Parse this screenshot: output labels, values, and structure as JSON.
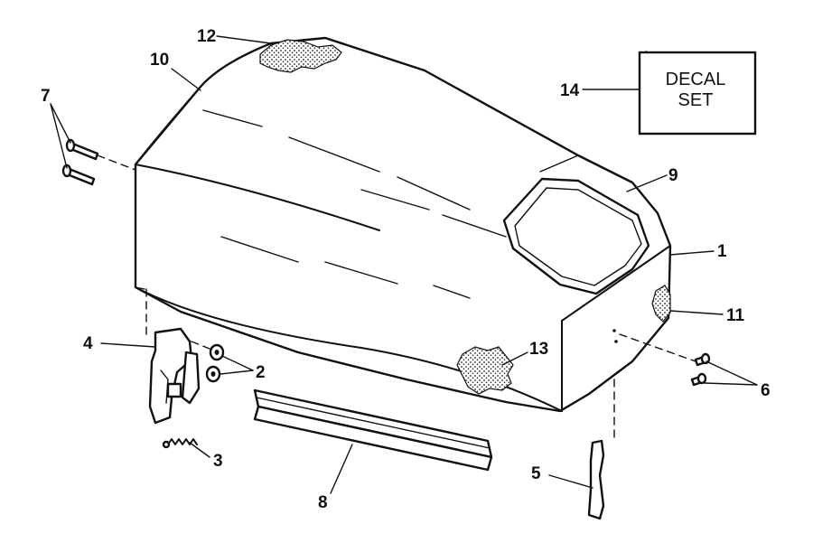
{
  "callouts": [
    {
      "id": "1",
      "text": "1"
    },
    {
      "id": "2",
      "text": "2"
    },
    {
      "id": "3",
      "text": "3"
    },
    {
      "id": "4",
      "text": "4"
    },
    {
      "id": "5",
      "text": "5"
    },
    {
      "id": "6",
      "text": "6"
    },
    {
      "id": "7",
      "text": "7"
    },
    {
      "id": "8",
      "text": "8"
    },
    {
      "id": "9",
      "text": "9"
    },
    {
      "id": "10",
      "text": "10"
    },
    {
      "id": "11",
      "text": "11"
    },
    {
      "id": "12",
      "text": "12"
    },
    {
      "id": "13",
      "text": "13"
    },
    {
      "id": "14",
      "text": "14"
    }
  ],
  "decal_box": {
    "line1": "DECAL",
    "line2": "SET"
  }
}
